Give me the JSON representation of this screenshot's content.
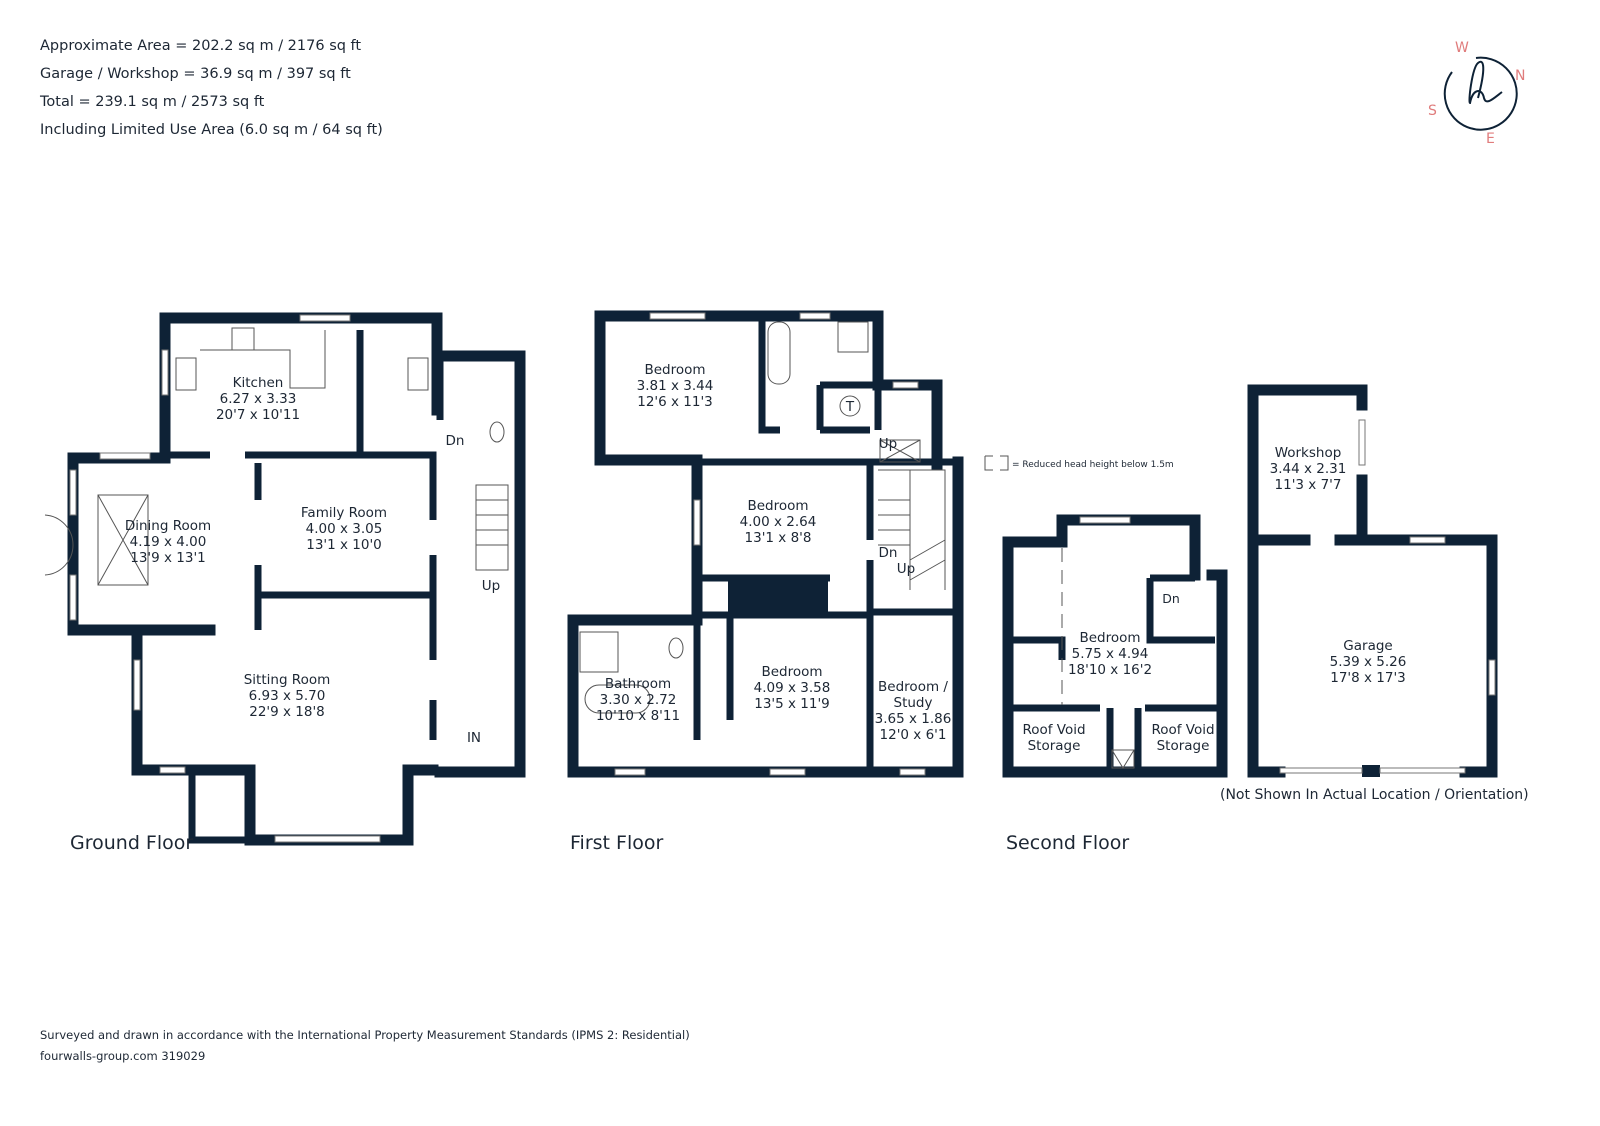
{
  "areas": [
    "Approximate Area = 202.2 sq m / 2176 sq ft",
    "Garage / Workshop = 36.9 sq m / 397 sq ft",
    "Total = 239.1 sq m / 2573 sq ft",
    "Including Limited Use Area (6.0 sq m / 64 sq ft)"
  ],
  "compass": {
    "w": "W",
    "n": "N",
    "s": "S",
    "e": "E",
    "accent": "#e07c7c"
  },
  "legend": "= Reduced head height below 1.5m",
  "floors": {
    "ground": "Ground Floor",
    "first": "First Floor",
    "second": "Second Floor"
  },
  "rooms": {
    "kitchen": [
      "Kitchen",
      "6.27 x 3.33",
      "20'7 x 10'11"
    ],
    "dining": [
      "Dining Room",
      "4.19 x 4.00",
      "13'9 x 13'1"
    ],
    "family": [
      "Family Room",
      "4.00 x 3.05",
      "13'1 x 10'0"
    ],
    "sitting": [
      "Sitting Room",
      "6.93 x 5.70",
      "22'9 x 18'8"
    ],
    "bed1": [
      "Bedroom",
      "3.81 x 3.44",
      "12'6 x 11'3"
    ],
    "bed2": [
      "Bedroom",
      "4.00 x 2.64",
      "13'1 x 8'8"
    ],
    "bed3": [
      "Bedroom",
      "4.09 x 3.58",
      "13'5 x 11'9"
    ],
    "study": [
      "Bedroom /",
      "Study",
      "3.65 x 1.86",
      "12'0 x 6'1"
    ],
    "bathroom": [
      "Bathroom",
      "3.30 x 2.72",
      "10'10 x 8'11"
    ],
    "bed4": [
      "Bedroom",
      "5.75 x 4.94",
      "18'10 x 16'2"
    ],
    "void1": [
      "Roof Void",
      "Storage"
    ],
    "void2": [
      "Roof Void",
      "Storage"
    ],
    "workshop": [
      "Workshop",
      "3.44 x 2.31",
      "11'3 x 7'7"
    ],
    "garage": [
      "Garage",
      "5.39 x 5.26",
      "17'8 x 17'3"
    ]
  },
  "labels": {
    "dn": "Dn",
    "up": "Up",
    "in": "IN",
    "t": "T"
  },
  "garage_note": "(Not Shown In Actual Location / Orientation)",
  "footer": [
    "Surveyed and drawn in accordance with the International Property Measurement Standards (IPMS 2: Residential)",
    "fourwalls-group.com 319029"
  ]
}
